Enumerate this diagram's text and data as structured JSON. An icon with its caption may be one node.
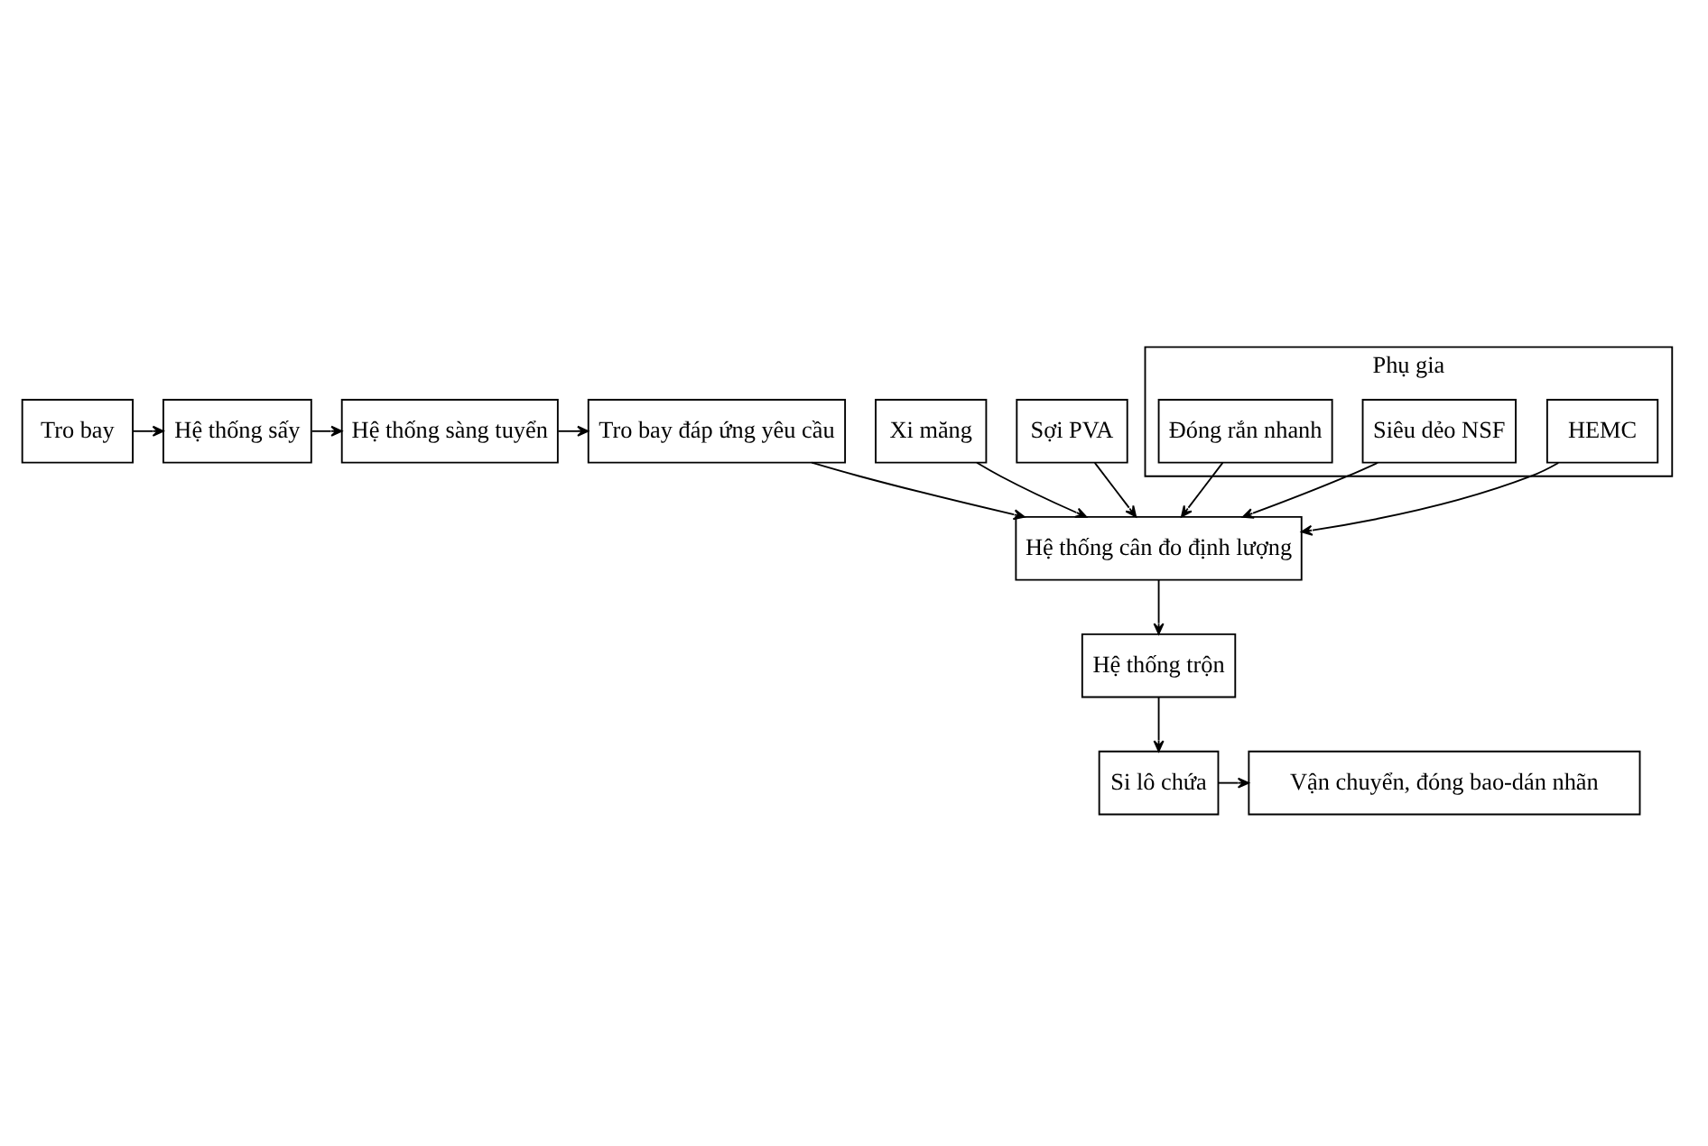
{
  "diagram": {
    "nodes": [
      {
        "text": [
          "Tro bay"
        ]
      },
      {
        "text": [
          "Hệ thống sấy"
        ]
      },
      {
        "text": [
          "Hệ thống sàng tuyển"
        ]
      },
      {
        "text": [
          "Tro bay đáp ứng yêu cầu"
        ]
      },
      {
        "text": [
          "Xi măng"
        ]
      },
      {
        "text": [
          "Sợi PVA"
        ]
      },
      {
        "text": [
          "Phụ gia"
        ]
      },
      {
        "text": [
          "HEMC"
        ],
        "in": 6
      },
      {
        "text": [
          "Siêu dẻo NSF"
        ],
        "in": 6
      },
      {
        "text": [
          "Đóng rắn nhanh"
        ],
        "in": 6
      },
      {
        "text": [
          "Hệ thống cân đo định lượng"
        ]
      },
      {
        "text": [
          "Hệ thống trộn"
        ]
      },
      {
        "text": [
          "Si lô chứa"
        ]
      },
      {
        "text": [
          "Vận chuyển, đóng bao-dán nhãn"
        ]
      }
    ],
    "edges": [
      {
        "from": 0,
        "to": 1,
        "arrow": "to"
      },
      {
        "from": 1,
        "to": 2,
        "arrow": "to"
      },
      {
        "from": 2,
        "to": 3,
        "arrow": "to"
      },
      {
        "from": 3,
        "to": 10,
        "arrow": "to"
      },
      {
        "from": 4,
        "to": 10,
        "arrow": "to"
      },
      {
        "from": 5,
        "to": 10,
        "arrow": "to"
      },
      {
        "from": 7,
        "to": 10,
        "arrow": "to"
      },
      {
        "from": 8,
        "to": 10,
        "arrow": "to"
      },
      {
        "from": 9,
        "to": 10,
        "arrow": "to"
      },
      {
        "from": 10,
        "to": 11,
        "arrow": "to"
      },
      {
        "from": 11,
        "to": 12,
        "arrow": "to"
      },
      {
        "from": 12,
        "to": 13,
        "arrow": "to"
      }
    ]
  }
}
